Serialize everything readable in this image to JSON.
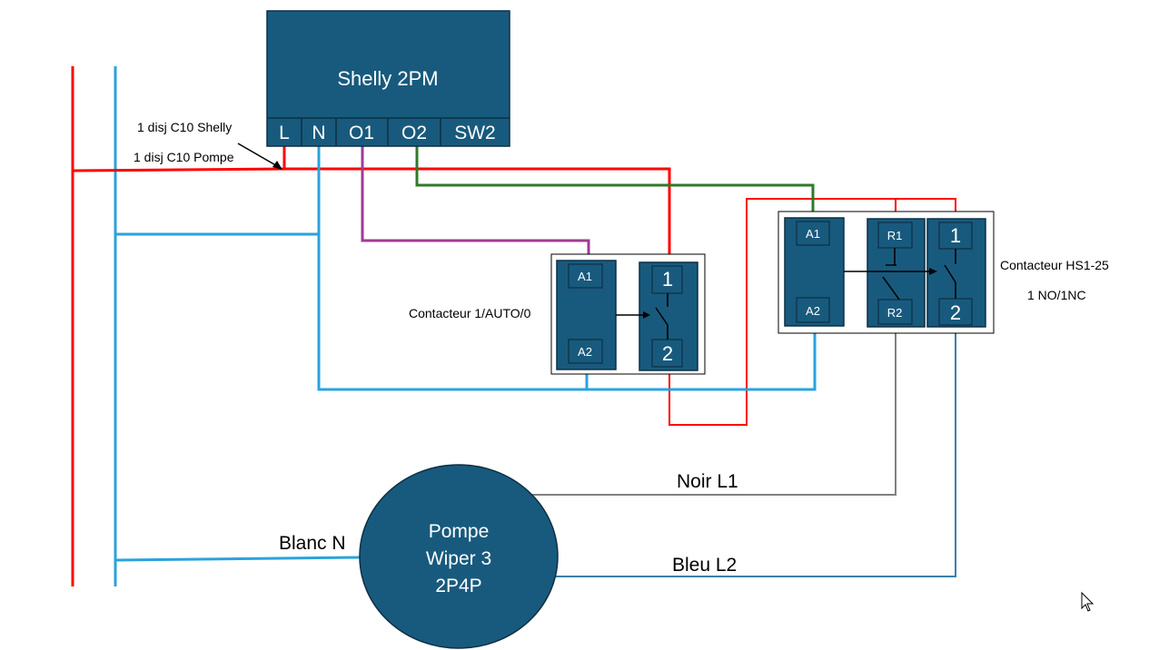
{
  "shelly": {
    "title": "Shelly 2PM",
    "terminals": [
      "L",
      "N",
      "O1",
      "O2",
      "SW2"
    ]
  },
  "notes": {
    "disj_shelly": "1 disj C10 Shelly",
    "disj_pompe": "1 disj C10 Pompe"
  },
  "contactor1": {
    "label": "Contacteur 1/AUTO/0",
    "coil_top": "A1",
    "coil_bottom": "A2",
    "contact_top": "1",
    "contact_bottom": "2"
  },
  "contactor2": {
    "label_line1": "Contacteur HS1-25",
    "label_line2": "1 NO/1NC",
    "coil_top": "A1",
    "coil_bottom": "A2",
    "nc_top": "R1",
    "nc_bottom": "R2",
    "no_top": "1",
    "no_bottom": "2"
  },
  "pump": {
    "line1": "Pompe",
    "line2": "Wiper 3",
    "line3": "2P4P"
  },
  "wires": {
    "noir": "Noir L1",
    "bleu": "Bleu L2",
    "blanc": "Blanc N"
  },
  "colors": {
    "box_fill": "#185a7d",
    "phase": "#ff0000",
    "neutral": "#2aa3dc",
    "o1_wire": "#a03a96",
    "o2_wire": "#2f7a2a",
    "black_wire": "#808080",
    "blue_wire": "#3b7fa7"
  }
}
